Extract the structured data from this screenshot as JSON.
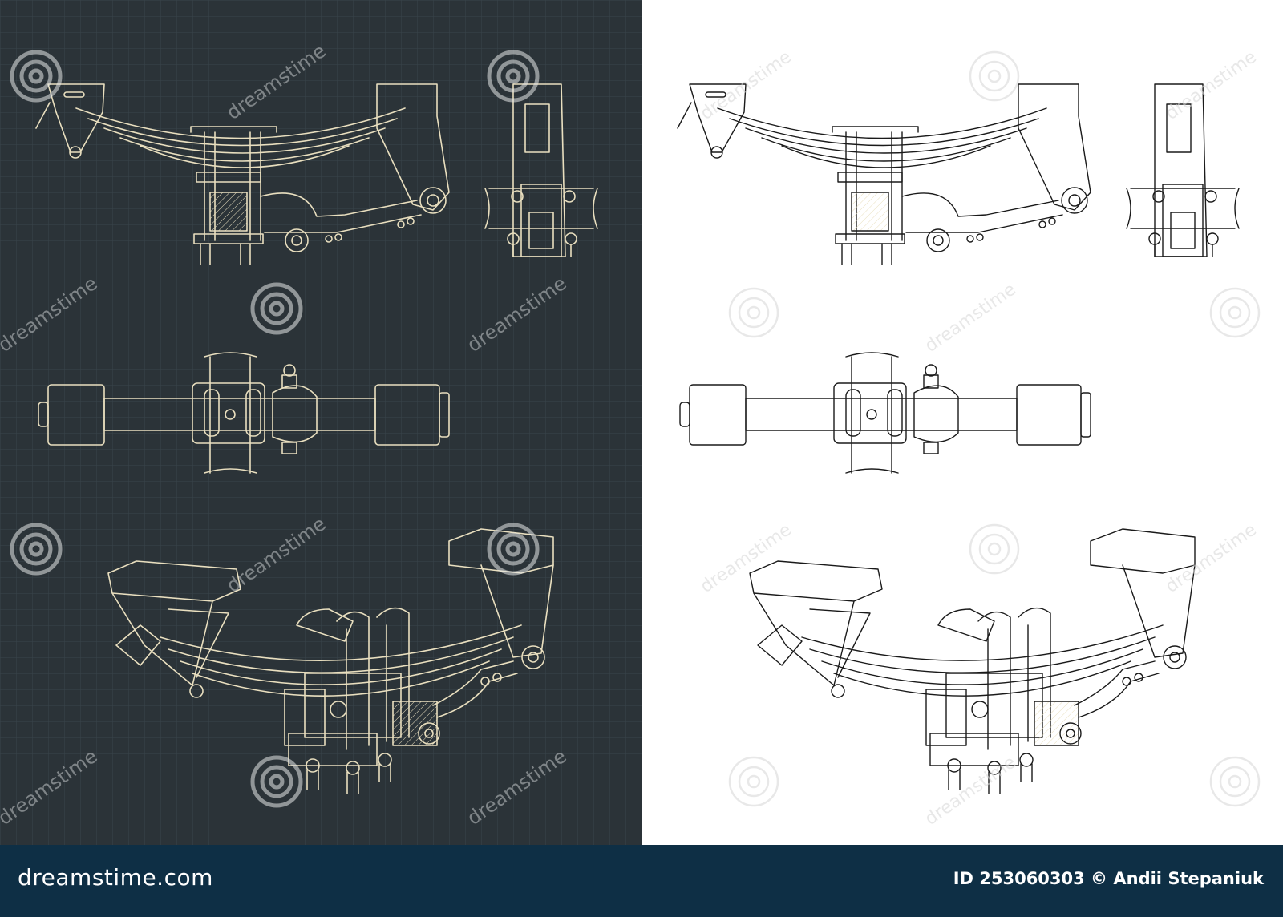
{
  "footer": {
    "logo_text": "dreamstime.com",
    "credit": "ID 253060303 © Andii Stepaniuk"
  },
  "watermark": {
    "text": "dreamstime",
    "icon": "spiral-logo-icon"
  },
  "drawing": {
    "subject": "leaf spring axle suspension",
    "views": [
      "side-view",
      "end-view",
      "top-view",
      "isometric-view"
    ],
    "dark_line_color": "#e9dfbf",
    "light_line_color": "#1a1a1a",
    "dark_background": "#2b3338",
    "footer_background": "#0e2f45"
  }
}
